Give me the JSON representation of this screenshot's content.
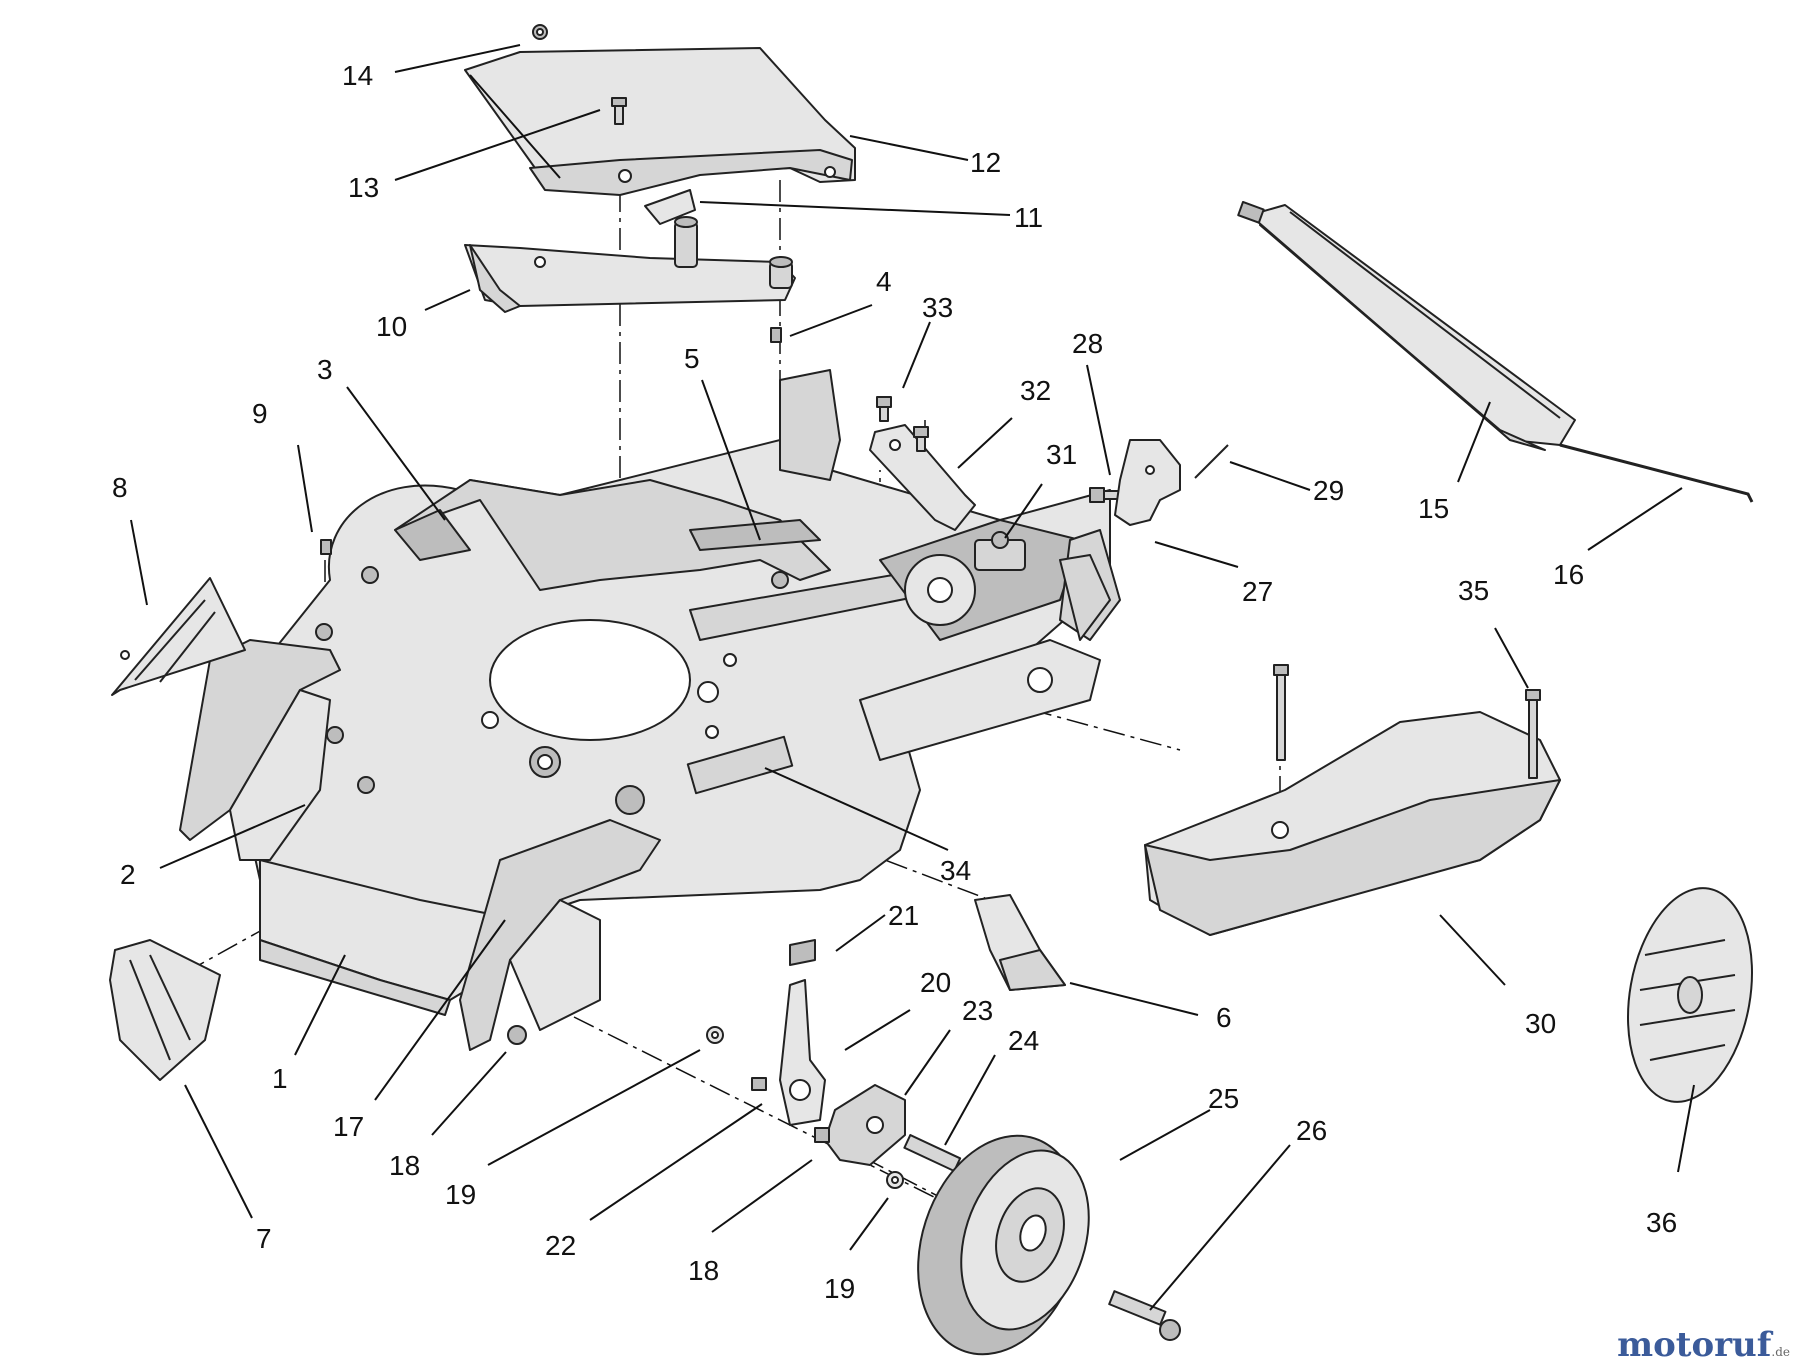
{
  "callouts": [
    {
      "id": "c14",
      "label": "14"
    },
    {
      "id": "c13",
      "label": "13"
    },
    {
      "id": "c12",
      "label": "12"
    },
    {
      "id": "c11",
      "label": "11"
    },
    {
      "id": "c10",
      "label": "10"
    },
    {
      "id": "c4",
      "label": "4"
    },
    {
      "id": "c33",
      "label": "33"
    },
    {
      "id": "c28",
      "label": "28"
    },
    {
      "id": "c3",
      "label": "3"
    },
    {
      "id": "c5",
      "label": "5"
    },
    {
      "id": "c32",
      "label": "32"
    },
    {
      "id": "c9",
      "label": "9"
    },
    {
      "id": "c31",
      "label": "31"
    },
    {
      "id": "c29",
      "label": "29"
    },
    {
      "id": "c15",
      "label": "15"
    },
    {
      "id": "c16",
      "label": "16"
    },
    {
      "id": "c8",
      "label": "8"
    },
    {
      "id": "c27",
      "label": "27"
    },
    {
      "id": "c35",
      "label": "35"
    },
    {
      "id": "c2",
      "label": "2"
    },
    {
      "id": "c34",
      "label": "34"
    },
    {
      "id": "c21",
      "label": "21"
    },
    {
      "id": "c20",
      "label": "20"
    },
    {
      "id": "c23",
      "label": "23"
    },
    {
      "id": "c24",
      "label": "24"
    },
    {
      "id": "c6",
      "label": "6"
    },
    {
      "id": "c30",
      "label": "30"
    },
    {
      "id": "c1",
      "label": "1"
    },
    {
      "id": "c17",
      "label": "17"
    },
    {
      "id": "c18a",
      "label": "18"
    },
    {
      "id": "c19a",
      "label": "19"
    },
    {
      "id": "c25",
      "label": "25"
    },
    {
      "id": "c26",
      "label": "26"
    },
    {
      "id": "c22",
      "label": "22"
    },
    {
      "id": "c7",
      "label": "7"
    },
    {
      "id": "c18b",
      "label": "18"
    },
    {
      "id": "c19b",
      "label": "19"
    },
    {
      "id": "c36",
      "label": "36"
    }
  ],
  "watermark": {
    "brand": "motoruf",
    "tld": ".de"
  }
}
